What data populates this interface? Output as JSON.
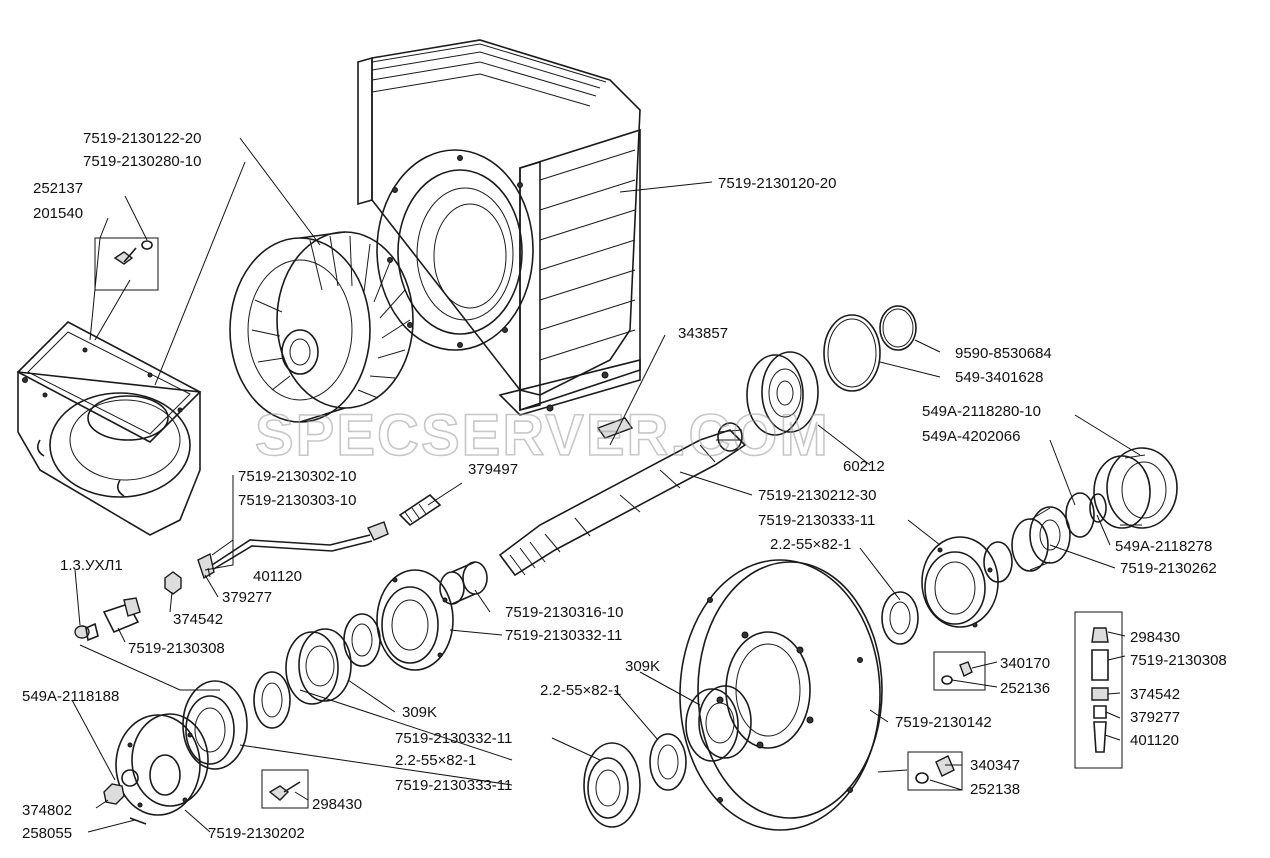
{
  "watermark": "SPECSERVER.COM",
  "labels": [
    "7519-2130122-20",
    "7519-2130280-10",
    "252137",
    "201540",
    "7519-2130120-20",
    "343857",
    "9590-8530684",
    "549-3401628",
    "549A-2118280-10",
    "549A-4202066",
    "60212",
    "7519-2130212-30",
    "379497",
    "7519-2130302-10",
    "7519-2130303-10",
    "7519-2130333-11",
    "2.2-55×82-1",
    "549A-2118278",
    "7519-2130262",
    "1.3.УХЛ1",
    "401120",
    "379277",
    "374542",
    "7519-2130316-10",
    "7519-2130332-11",
    "7519-2130308",
    "298430",
    "7519-2130308",
    "340170",
    "252136",
    "309K",
    "374542",
    "2.2-55×82-1",
    "379277",
    "309K",
    "401120",
    "549A-2118188",
    "7519-2130142",
    "7519-2130332-11",
    "2.2-55×82-1",
    "7519-2130333-11",
    "340347",
    "252138",
    "298430",
    "374802",
    "258055",
    "7519-2130202"
  ]
}
